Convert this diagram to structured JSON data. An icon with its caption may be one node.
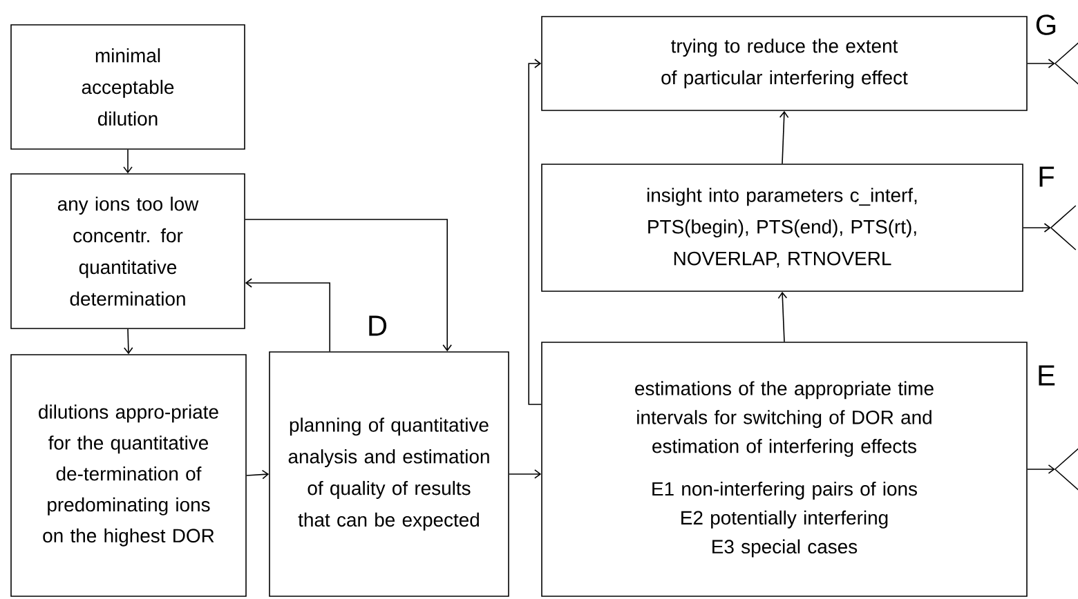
{
  "diagram": {
    "nodes": [
      {
        "text": [
          "minimal acceptable dilution"
        ]
      },
      {
        "text": [
          "any ions too low concentr. for quantitative determination"
        ]
      },
      {
        "text": [
          "dilutions appro-priate for the quantitative de-termination of predominating ions on the highest DOR"
        ]
      },
      {
        "text": [
          "planning of quantitative analysis and estimation of quality of results that can be expected"
        ],
        "beside": [
          "D"
        ]
      },
      {
        "text": [
          "trying to reduce the extent of particular interfering effect"
        ],
        "beside": [
          "G"
        ]
      },
      {
        "text": [
          "insight into parameters c_interf, PTS(begin), PTS(end), PTS(rt), NOVERLAP, RTNOVERL"
        ],
        "beside": [
          "F"
        ]
      },
      {
        "text": [
          "estimations of the appropriate time intervals for switching of DOR and estimation of interfering effects",
          "E1 non-interfering pairs of ions",
          "E2 potentially interfering",
          "E3 special cases"
        ],
        "beside": [
          "E"
        ]
      }
    ],
    "edges": [
      {
        "from": 0,
        "to": 1,
        "arrow": "to"
      },
      {
        "from": 1,
        "to": 2,
        "arrow": "to"
      },
      {
        "from": 2,
        "to": 3,
        "arrow": "to"
      },
      {
        "from": 3,
        "to": 1,
        "arrow": "to"
      },
      {
        "from": 1,
        "to": 3,
        "arrow": "to"
      },
      {
        "from": 3,
        "to": 6,
        "arrow": "to"
      },
      {
        "from": 6,
        "to": 5,
        "arrow": "to"
      },
      {
        "from": 5,
        "to": 4,
        "arrow": "to"
      },
      {
        "from": 6,
        "to": 4,
        "arrow": "to"
      },
      {
        "from": 4,
        "to": null,
        "arrow": "to"
      },
      {
        "from": 5,
        "to": null,
        "arrow": "to"
      },
      {
        "from": 6,
        "to": null,
        "arrow": "to"
      }
    ]
  }
}
